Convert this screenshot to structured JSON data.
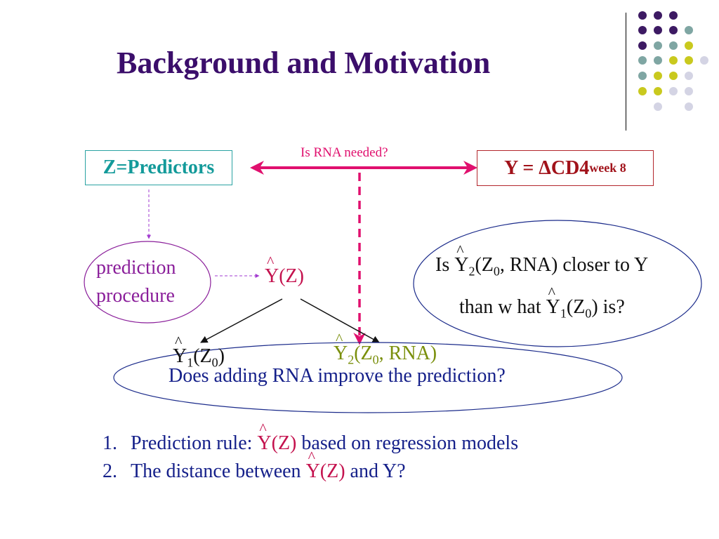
{
  "slide": {
    "title": "Background and Motivation"
  },
  "boxes": {
    "predictors": "Z=Predictors",
    "outcome_prefix": "Y = ΔCD4",
    "outcome_sub": "week 8"
  },
  "arrow_label": "Is RNA needed?",
  "procedure": {
    "line1": "prediction",
    "line2": "procedure"
  },
  "math": {
    "y_hat_z": "Y(Z)",
    "y1_base": "Y",
    "y1_sub": "1",
    "y1_args": "(Z",
    "y1_args_sub": "0",
    "y1_close": ")",
    "y2_base": "Y",
    "y2_sub": "2",
    "y2_args": "(Z",
    "y2_args_sub": "0",
    "y2_close": ", RNA)"
  },
  "question": "Does adding RNA improve the prediction?",
  "compare": {
    "l1_a": "Is ",
    "l1_b": "Y",
    "l1_sub": "2",
    "l1_c": "(Z",
    "l1_csub": "0",
    "l1_d": ", RNA) closer to  Y",
    "l2_a": "than w hat  ",
    "l2_b": "Y",
    "l2_sub": "1",
    "l2_c": "(Z",
    "l2_csub": "0",
    "l2_d": ") is?"
  },
  "list": [
    {
      "num": "1.",
      "pre": "Prediction rule: ",
      "math": "Y(Z)",
      "post": " based on regression models"
    },
    {
      "num": "2.",
      "pre": "The distance between ",
      "math": "Y(Z)",
      "post": " and Y?"
    }
  ],
  "colors": {
    "title": "#3b0e6b",
    "teal": "#139a9a",
    "red": "#a1121a",
    "magenta": "#e0106e",
    "purple": "#8a1e9a",
    "navy": "#15208a",
    "olive": "#7a8f0c"
  },
  "decor": {
    "dot_colors": [
      "#3d1a63",
      "#7fa6a3",
      "#c9c91e",
      "#d4d4e4"
    ]
  }
}
